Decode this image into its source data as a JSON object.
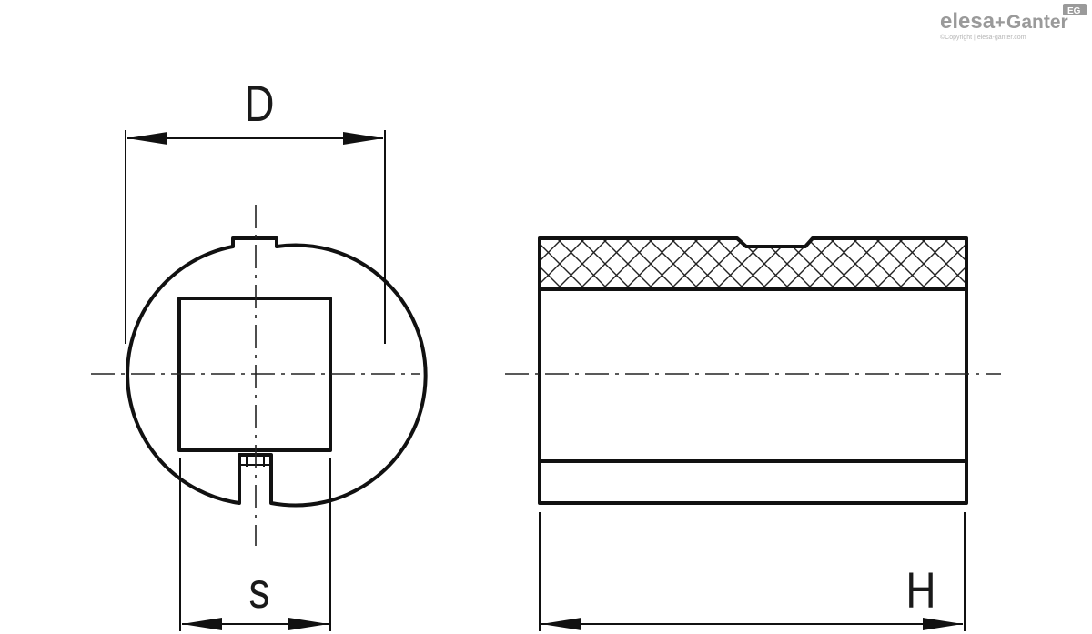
{
  "logo": {
    "brand_left": "elesa",
    "brand_plus": "+",
    "brand_right": "Ganter",
    "badge": "EG",
    "copyright": "©Copyright | elesa-ganter.com"
  },
  "dimensions": {
    "D": "D",
    "s": "s",
    "H": "H"
  }
}
